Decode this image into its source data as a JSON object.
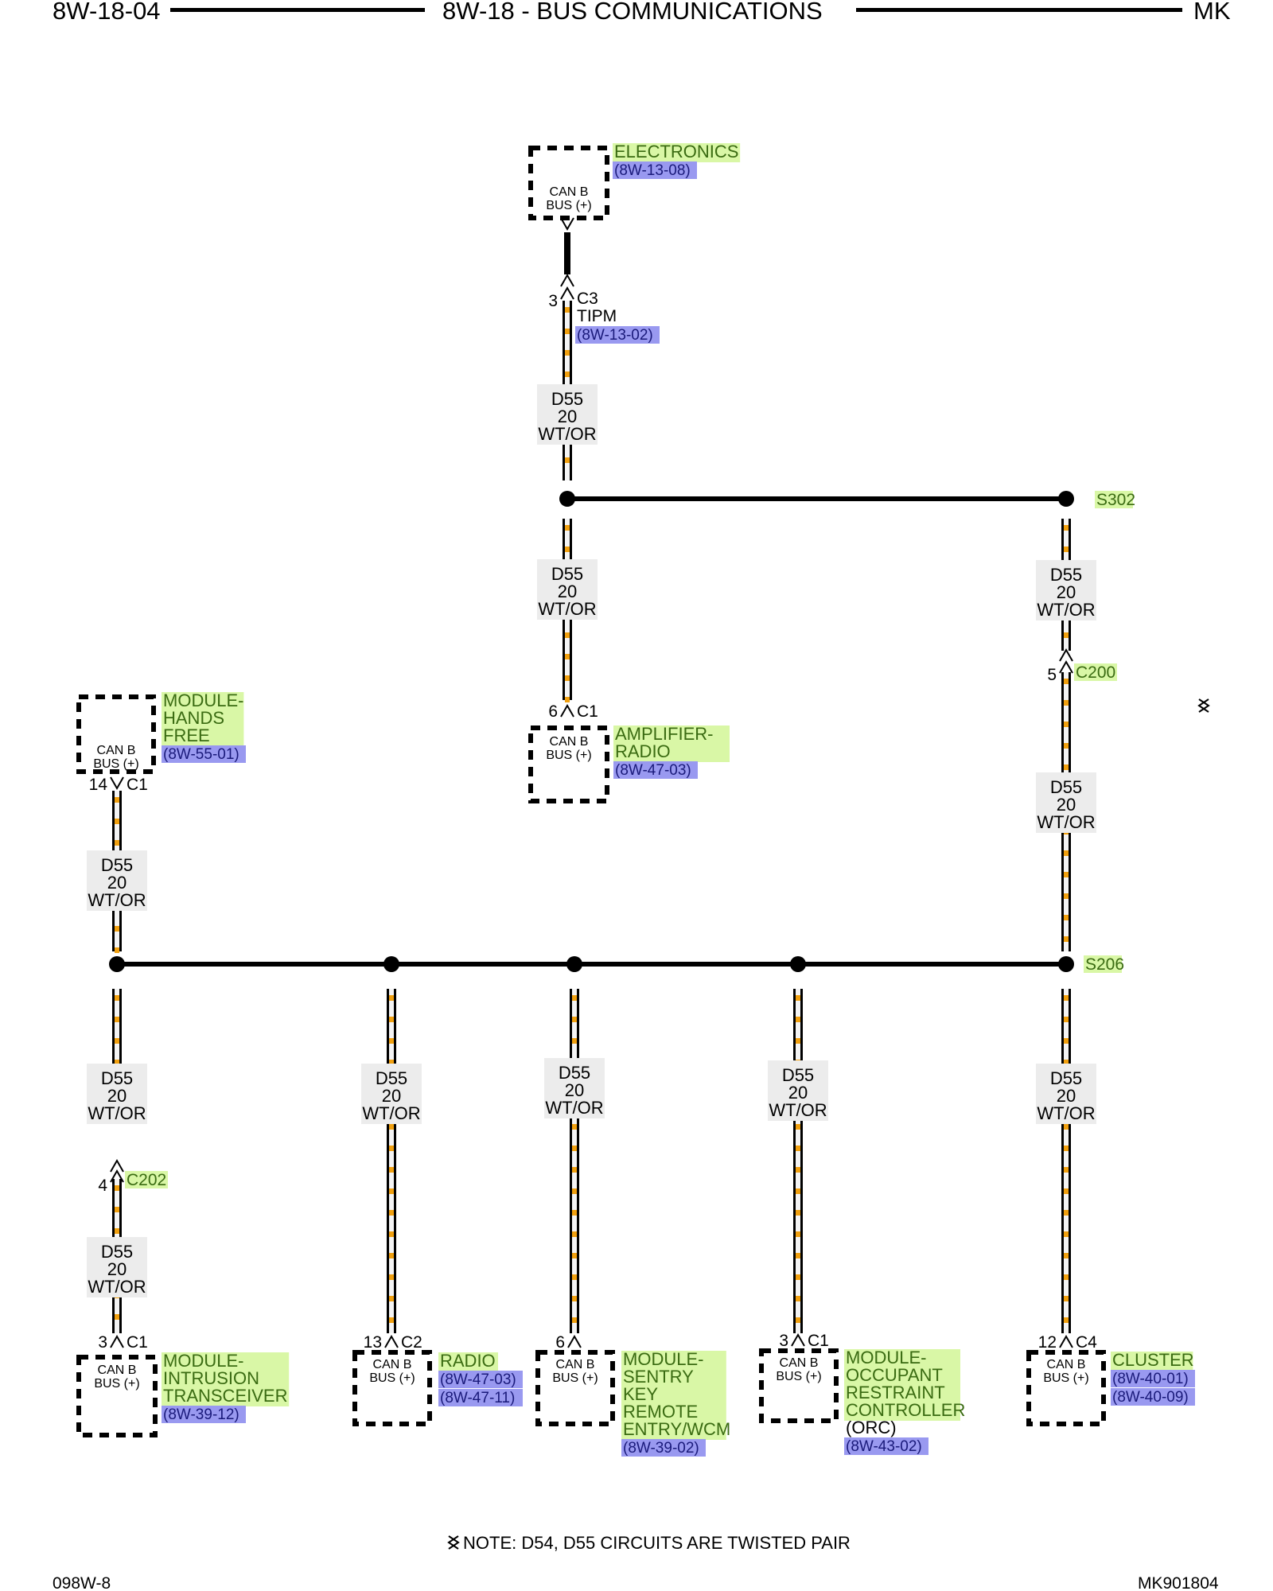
{
  "header": {
    "left": "8W-18-04",
    "title": "8W-18 - BUS COMMUNICATIONS",
    "right": "MK"
  },
  "footer": {
    "left": "098W-8",
    "right": "MK901804",
    "note": "NOTE: D54, D55 CIRCUITS ARE TWISTED PAIR",
    "note_icon": "twisted-pair-icon"
  },
  "colors": {
    "component_highlight": "#d9f7a6",
    "component_text": "#3a6b12",
    "reference_highlight": "#9999f0",
    "reference_text": "#1a1a7a",
    "wire_outline": "#000000",
    "wire_fill": "#f4f4f4",
    "wire_stripe": "#f0a010",
    "label_bg": "#ececec"
  },
  "wire": {
    "circuit": "D55",
    "gauge": "20",
    "color": "WT/OR"
  },
  "splices": [
    {
      "id": "S302"
    },
    {
      "id": "S206"
    }
  ],
  "inline_connectors": [
    {
      "id": "C3",
      "pin": "3",
      "sub": "TIPM",
      "ref": "(8W-13-02)"
    },
    {
      "id": "C200",
      "pin": "5"
    },
    {
      "id": "C202",
      "pin": "4"
    }
  ],
  "modules": {
    "electronics": {
      "pin_label": "CAN B\nBUS (+)",
      "name": [
        "ELECTRONICS"
      ],
      "refs": [
        "(8W-13-08)"
      ]
    },
    "amplifier": {
      "pin_label": "CAN B\nBUS (+)",
      "connector": "C1",
      "pin": "6",
      "name": [
        "AMPLIFIER-",
        "RADIO"
      ],
      "refs": [
        "(8W-47-03)"
      ]
    },
    "hands_free": {
      "pin_label": "CAN B\nBUS (+)",
      "connector": "C1",
      "pin": "14",
      "name": [
        "MODULE-",
        "HANDS",
        "FREE"
      ],
      "refs": [
        "(8W-55-01)"
      ]
    },
    "intrusion": {
      "pin_label": "CAN B\nBUS (+)",
      "connector": "C1",
      "pin": "3",
      "name": [
        "MODULE-",
        "INTRUSION",
        "TRANSCEIVER"
      ],
      "refs": [
        "(8W-39-12)"
      ]
    },
    "radio": {
      "pin_label": "CAN B\nBUS (+)",
      "connector": "C2",
      "pin": "13",
      "name": [
        "RADIO"
      ],
      "refs": [
        "(8W-47-03)",
        "(8W-47-11)"
      ]
    },
    "sentry": {
      "pin_label": "CAN B\nBUS (+)",
      "connector": "",
      "pin": "6",
      "name": [
        "MODULE-",
        "SENTRY",
        "KEY",
        "REMOTE",
        "ENTRY/WCM"
      ],
      "refs": [
        "(8W-39-02)"
      ]
    },
    "orc": {
      "pin_label": "CAN B\nBUS (+)",
      "connector": "C1",
      "pin": "3",
      "name": [
        "MODULE-",
        "OCCUPANT",
        "RESTRAINT",
        "CONTROLLER"
      ],
      "extra": "(ORC)",
      "refs": [
        "(8W-43-02)"
      ]
    },
    "cluster": {
      "pin_label": "CAN B\nBUS (+)",
      "connector": "C4",
      "pin": "12",
      "name": [
        "CLUSTER"
      ],
      "refs": [
        "(8W-40-01)",
        "(8W-40-09)"
      ]
    }
  }
}
